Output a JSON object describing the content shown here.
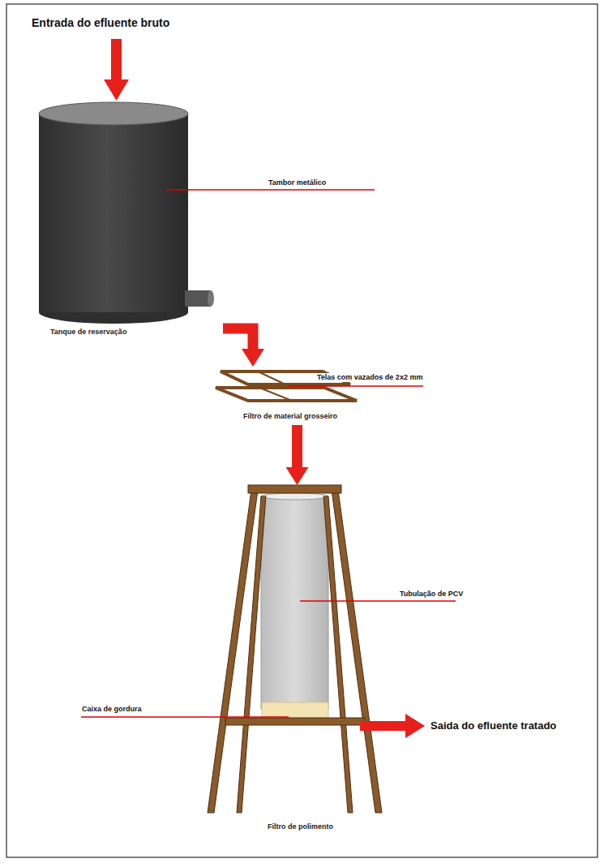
{
  "diagram": {
    "nodes": [
      {
        "text": [
          "Tanque de reservação"
        ]
      },
      {
        "text": [
          "Filtro de material grosseiro"
        ]
      },
      {
        "text": [
          "Filtro de polimento"
        ]
      }
    ],
    "edges": [
      {
        "from": 0,
        "to": 1,
        "arrow": "to"
      },
      {
        "from": 1,
        "to": 2,
        "arrow": "to"
      }
    ],
    "labels": [
      "Entrada do efluente bruto",
      "Tambor metálico",
      "Telas com vazados de 2x2 mm",
      "Tubulação de PCV",
      "Caixa de gordura",
      "Saida do efluente tratado"
    ]
  }
}
